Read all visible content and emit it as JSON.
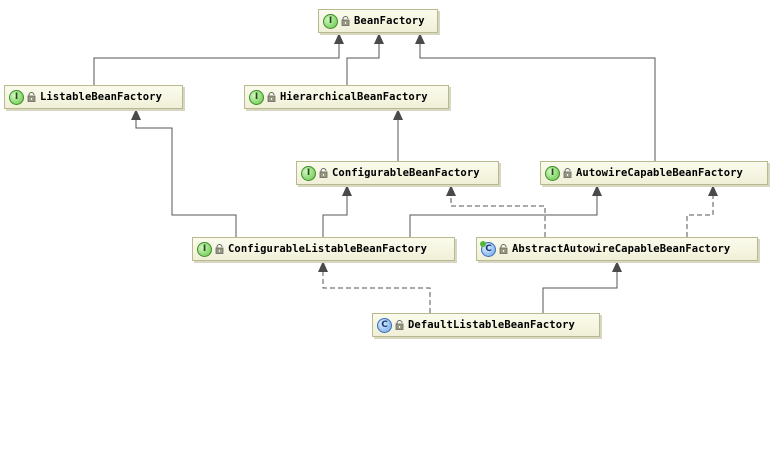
{
  "diagram": {
    "nodes": [
      {
        "id": "BeanFactory",
        "label": "BeanFactory",
        "kind": "interface",
        "badge": "I"
      },
      {
        "id": "ListableBeanFactory",
        "label": "ListableBeanFactory",
        "kind": "interface",
        "badge": "I"
      },
      {
        "id": "HierarchicalBeanFactory",
        "label": "HierarchicalBeanFactory",
        "kind": "interface",
        "badge": "I"
      },
      {
        "id": "ConfigurableBeanFactory",
        "label": "ConfigurableBeanFactory",
        "kind": "interface",
        "badge": "I"
      },
      {
        "id": "AutowireCapableBeanFactory",
        "label": "AutowireCapableBeanFactory",
        "kind": "interface",
        "badge": "I"
      },
      {
        "id": "ConfigurableListableBeanFactory",
        "label": "ConfigurableListableBeanFactory",
        "kind": "interface",
        "badge": "I"
      },
      {
        "id": "AbstractAutowireCapableBeanFactory",
        "label": "AbstractAutowireCapableBeanFactory",
        "kind": "abstract-class",
        "badge": "C"
      },
      {
        "id": "DefaultListableBeanFactory",
        "label": "DefaultListableBeanFactory",
        "kind": "class",
        "badge": "C"
      }
    ],
    "edges": [
      {
        "from": "ListableBeanFactory",
        "to": "BeanFactory",
        "style": "solid"
      },
      {
        "from": "HierarchicalBeanFactory",
        "to": "BeanFactory",
        "style": "solid"
      },
      {
        "from": "AutowireCapableBeanFactory",
        "to": "BeanFactory",
        "style": "solid"
      },
      {
        "from": "ConfigurableBeanFactory",
        "to": "HierarchicalBeanFactory",
        "style": "solid"
      },
      {
        "from": "ConfigurableListableBeanFactory",
        "to": "ListableBeanFactory",
        "style": "solid"
      },
      {
        "from": "ConfigurableListableBeanFactory",
        "to": "ConfigurableBeanFactory",
        "style": "solid"
      },
      {
        "from": "ConfigurableListableBeanFactory",
        "to": "AutowireCapableBeanFactory",
        "style": "solid"
      },
      {
        "from": "AbstractAutowireCapableBeanFactory",
        "to": "ConfigurableBeanFactory",
        "style": "dashed"
      },
      {
        "from": "AbstractAutowireCapableBeanFactory",
        "to": "AutowireCapableBeanFactory",
        "style": "dashed"
      },
      {
        "from": "DefaultListableBeanFactory",
        "to": "ConfigurableListableBeanFactory",
        "style": "dashed"
      },
      {
        "from": "DefaultListableBeanFactory",
        "to": "AbstractAutowireCapableBeanFactory",
        "style": "solid"
      }
    ]
  },
  "colors": {
    "node_border": "#b9b98e",
    "node_fill": "#f4f4e0",
    "edge": "#555555",
    "interface_badge": "#5fc441",
    "class_badge": "#6aa2e8"
  }
}
